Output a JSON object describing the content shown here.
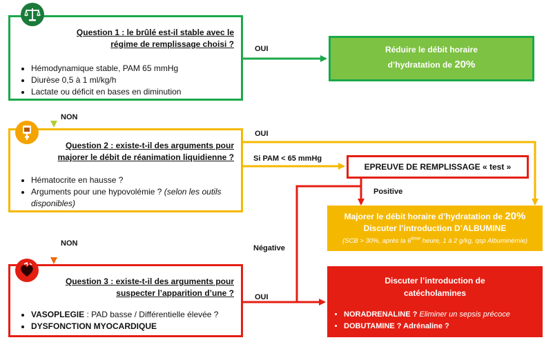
{
  "q1": {
    "title_line1": "Question 1 : le brûlé est-il stable avec le",
    "title_line2": "régime de remplissage choisi ?",
    "items": [
      "Hémodynamique stable, PAM 65 mmHg",
      "Diurèse 0,5 à 1 ml/kg/h",
      "Lactate ou déficit en bases en diminution"
    ]
  },
  "q2": {
    "title_line1": "Question 2 : existe-t-il des arguments pour",
    "title_line2": "majorer le débit de réanimation liquidienne ?",
    "item1": "Hématocrite en hausse ?",
    "item2_main": "Arguments pour une hypovolémie ? ",
    "item2_italic": "(selon les outils disponibles)"
  },
  "q3": {
    "title_line1": "Question 3 : existe-t-il des arguments pour",
    "title_line2": "suspecter l’apparition d’une ?",
    "item1_bold": "VASOPLEGIE",
    "item1_rest": " : PAD basse / Différentielle élevée ?",
    "item2_bold": "DYSFONCTION MYOCARDIQUE"
  },
  "result_reduce": {
    "line1": "Réduire le débit horaire",
    "line2_prefix": "d’hydratation de ",
    "line2_pct": "20%"
  },
  "epreuve": {
    "label": "EPREUVE DE REMPLISSAGE « test »"
  },
  "majorer": {
    "line1_prefix": "Majorer le débit horaire d’hydratation de ",
    "line1_pct": "20%",
    "line2": "Discuter l’introduction D’ALBUMINE",
    "line3_a": "(SCB > 30%, après la 6",
    "line3_sup": "ème",
    "line3_b": " heure, 1 à 2 g/kg, qsp Albuminémie)"
  },
  "catechol": {
    "line1": "Discuter l’introduction de",
    "line2": "catécholamines",
    "item1_bold": "NORADRENALINE ? ",
    "item1_italic": "Eliminer un sepsis précoce",
    "item2_bold": "DOBUTAMINE ? Adrénaline ?"
  },
  "labels": {
    "oui_q1": "OUI",
    "non_q1": "NON",
    "oui_q2": "OUI",
    "si_pam": "Si PAM < 65 mmHg",
    "positive": "Positive",
    "non_q2": "NON",
    "negative": "Négative",
    "oui_q3": "OUI"
  },
  "colors": {
    "green": "#1aa84a",
    "green_fill": "#7dc242",
    "yellow": "#f5b800",
    "orange": "#f5a300",
    "red": "#e41e13",
    "gradient_green_yellow": "#b6cc33",
    "gradient_orange_red": "#f06a0a"
  },
  "icons": {
    "q1": "balance-scale-icon",
    "q2": "iv-bag-icon",
    "q3": "heart-pump-icon"
  }
}
